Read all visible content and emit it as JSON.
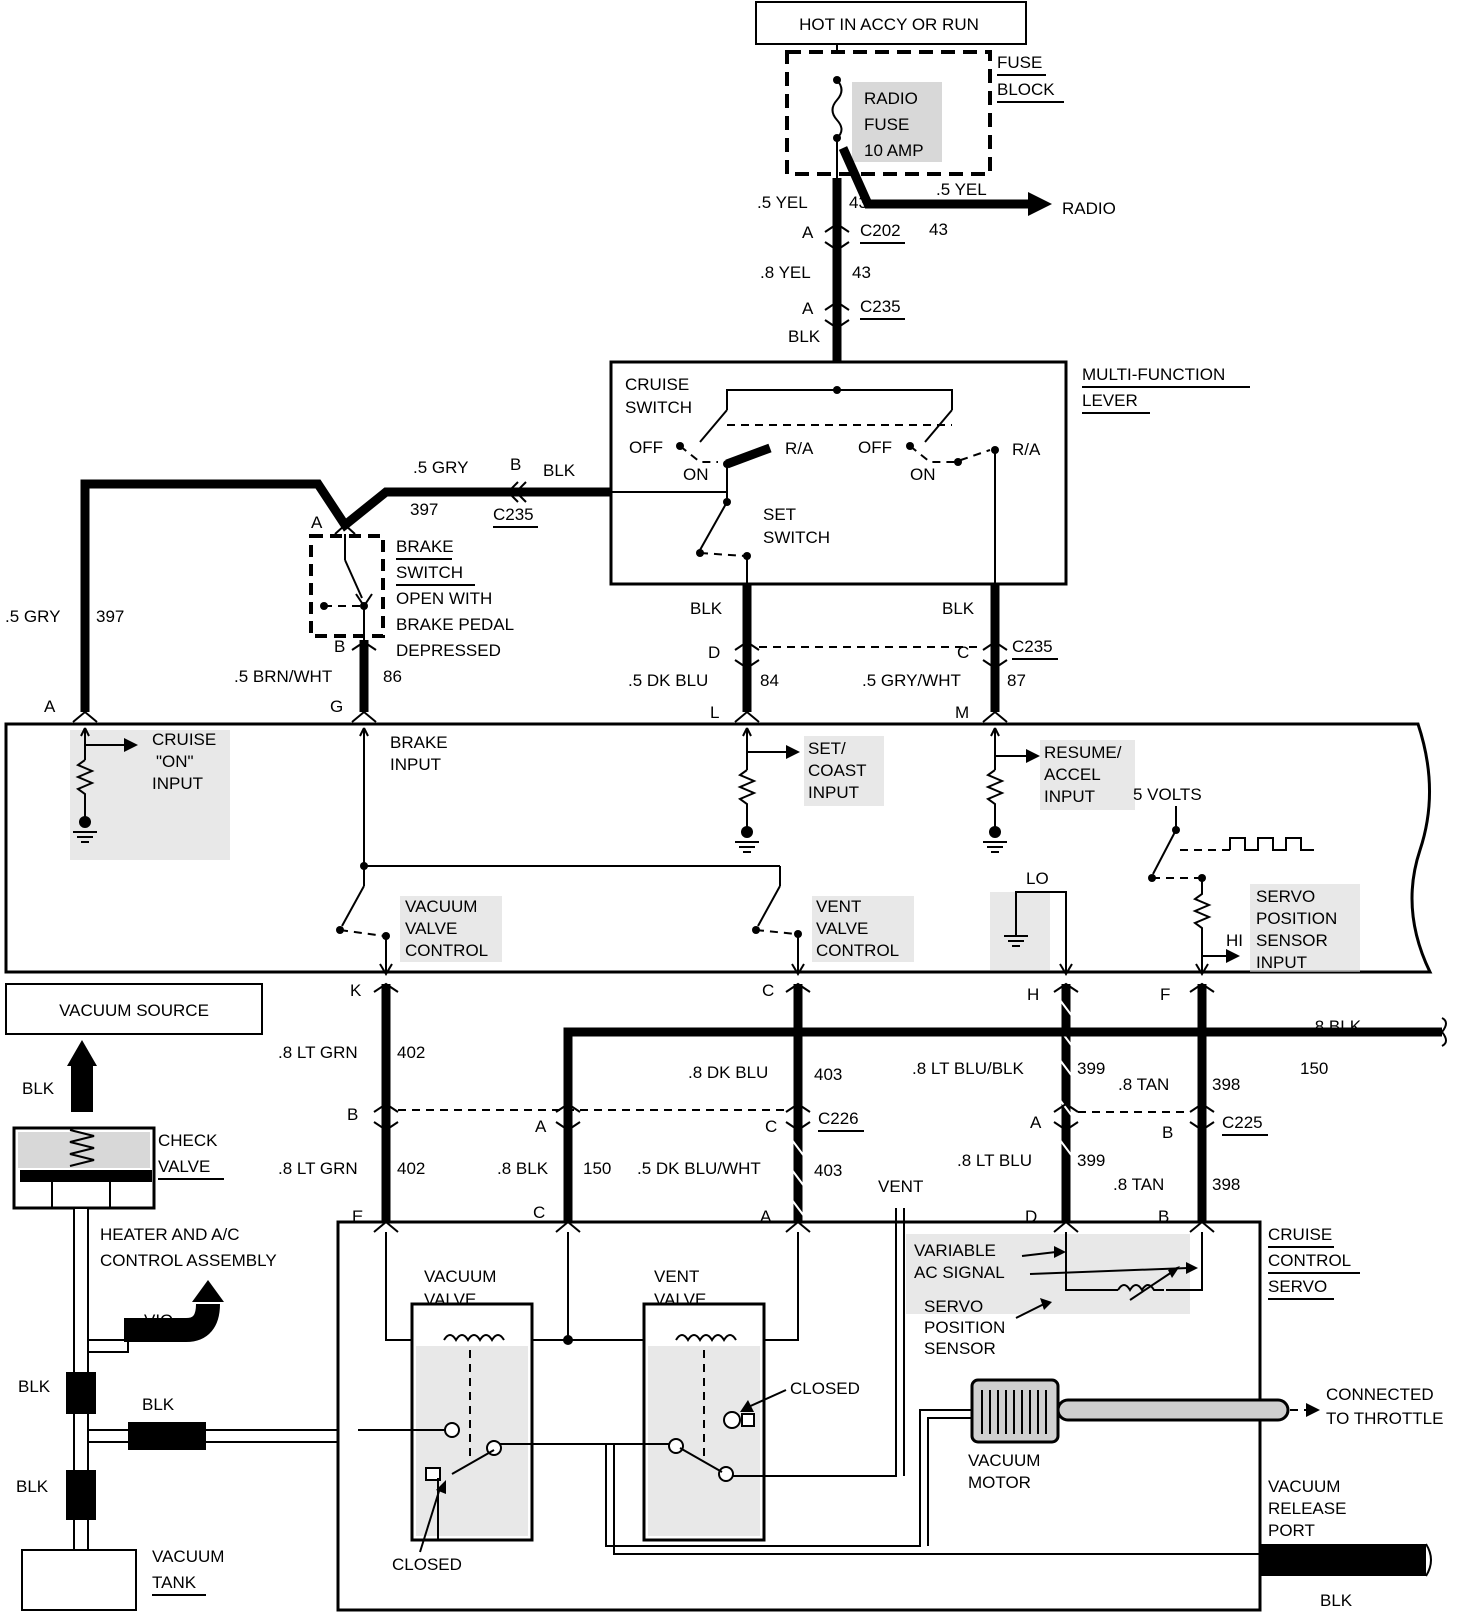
{
  "header": {
    "power_source": "HOT IN ACCY OR RUN"
  },
  "fuse_block": {
    "title_1": "FUSE",
    "title_2": "BLOCK",
    "fuse_1": "RADIO",
    "fuse_2": "FUSE",
    "fuse_3": "10 AMP",
    "radio_wire": ".5 YEL",
    "radio_circuit": "43",
    "radio_dest": "RADIO"
  },
  "feed": {
    "w1_size": ".5 YEL",
    "w1_circuit": "43",
    "c202_pin": "A",
    "c202": "C202",
    "w2_size": ".8 YEL",
    "w2_circuit": "43",
    "c235_pin": "A",
    "c235": "C235",
    "w3_color": "BLK"
  },
  "lever": {
    "title_1": "MULTI-FUNCTION",
    "title_2": "LEVER",
    "cruise_1": "CRUISE",
    "cruise_2": "SWITCH",
    "off_1": "OFF",
    "on_1": "ON",
    "ra_1": "R/A",
    "off_2": "OFF",
    "on_2": "ON",
    "ra_2": "R/A",
    "set_1": "SET",
    "set_2": "SWITCH",
    "blk_left": "BLK",
    "blk_right": "BLK",
    "d_pin": "D",
    "c_pin": "C",
    "c235": "C235"
  },
  "brake_feed": {
    "size": ".5 GRY",
    "circuit": "397",
    "b_pin": "B",
    "blk": "BLK",
    "c235": "C235",
    "left_size": ".5 GRY",
    "left_circuit": "397"
  },
  "brake_switch": {
    "a_pin": "A",
    "b_pin": "B",
    "l1": "BRAKE",
    "l2": "SWITCH",
    "l3": "OPEN WITH",
    "l4": "BRAKE PEDAL",
    "l5": "DEPRESSED",
    "wire_size": ".5 BRN/WHT",
    "wire_circuit": "86"
  },
  "lever_outputs": {
    "l_size": ".5 DK BLU",
    "l_circuit": "84",
    "m_size": ".5 GRY/WHT",
    "m_circuit": "87"
  },
  "module": {
    "pin_a": "A",
    "pin_g": "G",
    "pin_l": "L",
    "pin_m": "M",
    "cruise_on_1": "CRUISE",
    "cruise_on_2": "\"ON\"",
    "cruise_on_3": "INPUT",
    "brake_1": "BRAKE",
    "brake_2": "INPUT",
    "set_1": "SET/",
    "set_2": "COAST",
    "set_3": "INPUT",
    "resume_1": "RESUME/",
    "resume_2": "ACCEL",
    "resume_3": "INPUT",
    "five_volts": "5 VOLTS",
    "vacuum_1": "VACUUM",
    "vacuum_2": "VALVE",
    "vacuum_3": "CONTROL",
    "vent_1": "VENT",
    "vent_2": "VALVE",
    "vent_3": "CONTROL",
    "lo": "LO",
    "hi": "HI",
    "servo_1": "SERVO",
    "servo_2": "POSITION",
    "servo_3": "SENSOR",
    "servo_4": "INPUT",
    "pin_k": "K",
    "pin_c": "C",
    "pin_h": "H",
    "pin_f": "F"
  },
  "lower_wires": {
    "k_size": ".8 LT GRN",
    "k_circuit": "402",
    "c_size": ".8 DK BLU",
    "c_circuit": "403",
    "h_size": ".8 LT BLU/BLK",
    "h_circuit": "399",
    "f_size": ".8 TAN",
    "f_circuit": "398",
    "blk_size": ".8 BLK",
    "blk_circuit": "150",
    "c226_b": "B",
    "c226_a": "A",
    "c226_c": "C",
    "c226": "C226",
    "c225_a": "A",
    "c225_b": "B",
    "c225": "C225",
    "e_size": ".8 LT GRN",
    "e_circuit": "402",
    "blk2_size": ".8 BLK",
    "blk2_circuit": "150",
    "a_size": ".5 DK BLU/WHT",
    "a_circuit": "403",
    "d_size": ".8 LT BLU",
    "d_circuit": "399",
    "b_size": ".8 TAN",
    "b_circuit": "398",
    "vent": "VENT",
    "pin_e": "E",
    "pin_c": "C",
    "pin_a": "A",
    "pin_d": "D",
    "pin_b": "B"
  },
  "vacuum": {
    "source": "VACUUM SOURCE",
    "blk_1": "BLK",
    "check_1": "CHECK",
    "check_2": "VALVE",
    "heater_1": "HEATER AND A/C",
    "heater_2": "CONTROL ASSEMBLY",
    "vio": "VIO",
    "blk_2": "BLK",
    "blk_3": "BLK",
    "blk_4": "BLK",
    "tank_1": "VACUUM",
    "tank_2": "TANK"
  },
  "servo": {
    "title_1": "CRUISE",
    "title_2": "CONTROL",
    "title_3": "SERVO",
    "vacuum_valve_1": "VACUUM",
    "vacuum_valve_2": "VALVE",
    "vent_valve_1": "VENT",
    "vent_valve_2": "VALVE",
    "variable_1": "VARIABLE",
    "variable_2": "AC SIGNAL",
    "sensor_1": "SERVO",
    "sensor_2": "POSITION",
    "sensor_3": "SENSOR",
    "closed_1": "CLOSED",
    "closed_2": "CLOSED",
    "motor_1": "VACUUM",
    "motor_2": "MOTOR",
    "throttle_1": "CONNECTED",
    "throttle_2": "TO THROTTLE",
    "release_1": "VACUUM",
    "release_2": "RELEASE",
    "release_3": "PORT",
    "release_blk": "BLK"
  }
}
